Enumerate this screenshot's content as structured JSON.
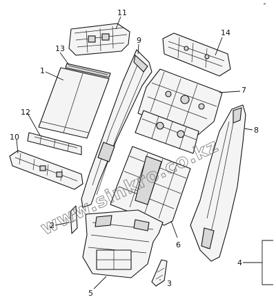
{
  "diagram": {
    "corner_mark": "ɵ",
    "watermark": "www.sinkro.co.kz",
    "callouts": [
      {
        "id": "1",
        "label": "1"
      },
      {
        "id": "2",
        "label": "2"
      },
      {
        "id": "3",
        "label": "3"
      },
      {
        "id": "4",
        "label": "4"
      },
      {
        "id": "5",
        "label": "5"
      },
      {
        "id": "6",
        "label": "6"
      },
      {
        "id": "7",
        "label": "7"
      },
      {
        "id": "8",
        "label": "8"
      },
      {
        "id": "9",
        "label": "9"
      },
      {
        "id": "10",
        "label": "10"
      },
      {
        "id": "11",
        "label": "11"
      },
      {
        "id": "12",
        "label": "12"
      },
      {
        "id": "13",
        "label": "13"
      },
      {
        "id": "14",
        "label": "14"
      }
    ]
  }
}
